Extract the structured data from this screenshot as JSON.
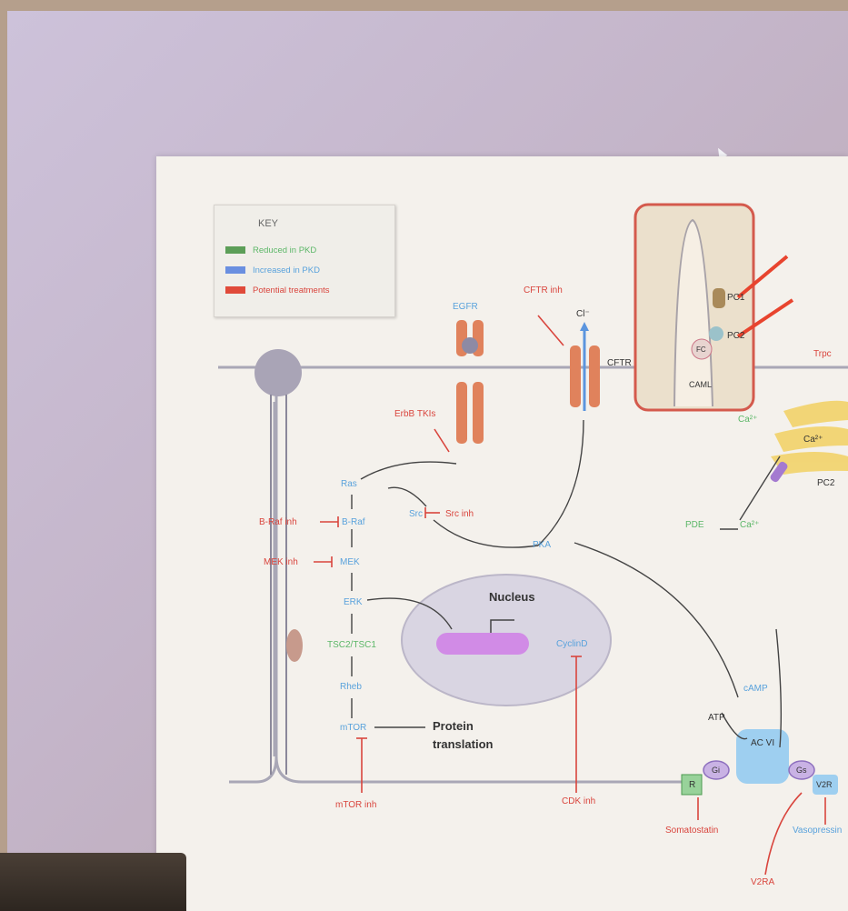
{
  "key": {
    "title": "KEY",
    "items": [
      {
        "label": "Reduced in PKD",
        "color": "#5c9e58"
      },
      {
        "label": "Increased in PKD",
        "color": "#6a8fe0"
      },
      {
        "label": "Potential treatments",
        "color": "#e04a3a"
      }
    ]
  },
  "labels": {
    "egfr": "EGFR",
    "cftr_inh": "CFTR inh",
    "cl": "Cl⁻",
    "cftr": "CFTR",
    "pc1": "PC1",
    "pc2": "PC2",
    "fc": "FC",
    "camk": "CAML",
    "ca_top": "Ca²⁺",
    "ca_mid": "Ca²⁺",
    "ca_right": "Ca²⁺",
    "pc_right": "PC2",
    "trpc": "Trpc",
    "erbb_tkis": "ErbB TKIs",
    "ras": "Ras",
    "src": "Src",
    "src_inh": "Src inh",
    "braf_inh": "B-Raf inh",
    "braf": "B-Raf",
    "mek_inh": "MEK inh",
    "mek": "MEK",
    "erk": "ERK",
    "tsc": "TSC2/TSC1",
    "rheb": "Rheb",
    "mtor": "mTOR",
    "protein": "Protein",
    "translation": "translation",
    "mtor_inh": "mTOR inh",
    "pka": "PKA",
    "pde": "PDE",
    "nucleus": "Nucleus",
    "cyclind": "CyclinD",
    "cdk_inh": "CDK inh",
    "camp": "cAMP",
    "atp": "ATP",
    "ac": "AC VI",
    "gi": "Gi",
    "gs": "Gs",
    "r": "R",
    "v2r": "V2R",
    "somatostatin": "Somatostatin",
    "v2ra": "V2RA",
    "vasopressin": "Vasopressin"
  },
  "colors": {
    "red": "#d9453d",
    "blue": "#59a2dc",
    "green": "#5cb768",
    "receptor": "#e0825c",
    "membrane": "#a9a7b6"
  }
}
